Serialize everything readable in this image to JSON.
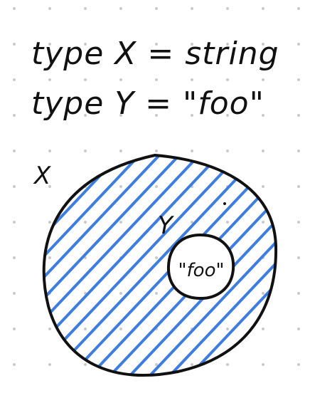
{
  "notes": {
    "line1": "type X = string",
    "line2": "type Y = \"foo\""
  },
  "diagram": {
    "outer_set_label": "X",
    "middle_set_label": "Y",
    "inner_set_label": "\"foo\""
  },
  "colors": {
    "ink": "#111111",
    "hatch": "#3d7de0",
    "dot_grid": "#c9c9c9",
    "background": "#ffffff"
  }
}
